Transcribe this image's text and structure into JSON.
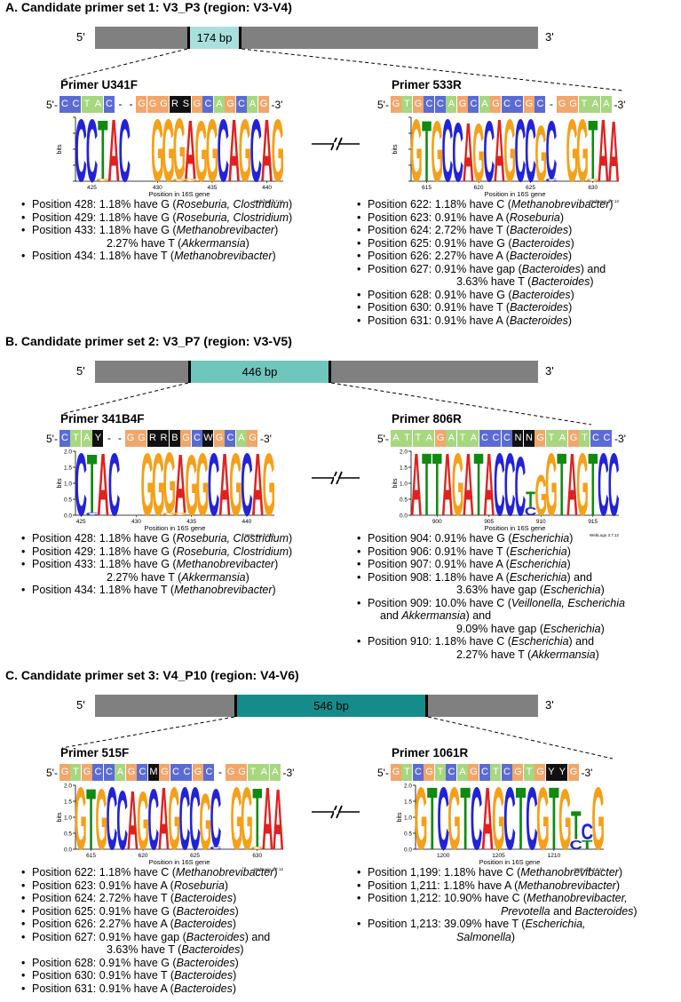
{
  "colors": {
    "A": "#d22a1e",
    "C": "#2c2ce0",
    "G": "#f5a623",
    "T": "#1f9e3a",
    "bgA": "#a7d77f",
    "bgC": "#5b6bd6",
    "bgG": "#f3a66a",
    "bgT": "#a7d77f",
    "bgN": "#111111",
    "gene_bar": "#808080",
    "logo_A": "#e0211e",
    "logo_C": "#2222d8",
    "logo_G": "#f5a018",
    "logo_T": "#108a10",
    "amp1": "#a9e0de",
    "amp2": "#6fc6bd",
    "amp3": "#158c8a"
  },
  "panels": [
    {
      "title": "A. Candidate primer set 1: V3_P3 (region: V3-V4)",
      "amplicon": "174 bp",
      "end5": "5'",
      "end3": "3'",
      "left": {
        "name": "Primer U341F",
        "seq_start": "5'-",
        "seq_end": "-3'",
        "seq": [
          "C",
          "C",
          "T",
          "A",
          "C",
          "-",
          "-",
          "G",
          "G",
          "G",
          "R",
          "S",
          "G",
          "C",
          "A",
          "G",
          "C",
          "A",
          "G"
        ],
        "logo": {
          "letters": [
            "C",
            "C",
            "T",
            "A",
            "C",
            "",
            "",
            "G",
            "G",
            "G",
            "A",
            "G",
            "G",
            "C",
            "A",
            "G",
            "C",
            "A",
            "G"
          ],
          "heights": [
            2,
            2,
            1.9,
            2,
            2,
            0,
            0,
            2,
            2,
            1.95,
            1.9,
            1.95,
            2,
            2,
            2,
            2,
            2,
            2,
            2
          ],
          "subs": [
            [],
            [],
            [
              [
                "G",
                0.05
              ]
            ],
            [],
            [],
            [],
            [],
            [],
            [],
            [
              [
                "G",
                0.05
              ]
            ],
            [
              [
                "G",
                0.05
              ]
            ],
            [],
            [],
            [],
            [],
            [],
            [],
            [],
            []
          ],
          "ticks": [
            [
              "425",
              1
            ],
            [
              "430",
              7
            ],
            [
              "435",
              12
            ],
            [
              "440",
              17
            ]
          ],
          "xlabel": "Position in 16S gene",
          "ylabel": "bits",
          "credit": "WebLogo 3.7.12"
        },
        "notes": [
          {
            "t": "Position 428: 1.18% have G (",
            "i": "Roseburia, Clostridium",
            "e": ")"
          },
          {
            "t": "Position 429: 1.18% have G (",
            "i": "Roseburia, Clostridium",
            "e": ")"
          },
          {
            "t": "Position 433: 1.18% have G (",
            "i": "Methanobrevibacter",
            "e": ")",
            "c": "2.27% have T (",
            "ci": "Akkermansia",
            "ce": ")"
          },
          {
            "t": "Position 434: 1.18% have T (",
            "i": "Methanobrevibacter",
            "e": ")"
          }
        ]
      },
      "right": {
        "name": "Primer 533R",
        "seq_start": "5'-",
        "seq_end": "-3'",
        "seq": [
          "G",
          "T",
          "G",
          "C",
          "C",
          "A",
          "G",
          "C",
          "A",
          "G",
          "C",
          "C",
          "G",
          "C",
          "-",
          "G",
          "G",
          "T",
          "A",
          "A"
        ],
        "logo": {
          "letters": [
            "G",
            "T",
            "G",
            "C",
            "C",
            "A",
            "G",
            "C",
            "A",
            "G",
            "C",
            "C",
            "G",
            "C",
            "",
            "G",
            "G",
            "T",
            "A",
            "A"
          ],
          "heights": [
            2,
            1.95,
            1.95,
            2,
            1.9,
            1.9,
            1.85,
            1.95,
            2,
            2,
            2,
            2,
            1.8,
            1.85,
            0,
            2,
            2,
            1.9,
            2,
            1.95
          ],
          "subs": [
            [],
            [],
            [],
            [],
            [],
            [],
            [],
            [],
            [],
            [],
            [],
            [],
            [],
            [
              [
                "C",
                0.05
              ]
            ],
            [],
            [],
            [],
            [
              [
                "G",
                0.05
              ]
            ],
            [],
            []
          ],
          "ticks": [
            [
              "615",
              1
            ],
            [
              "620",
              6
            ],
            [
              "625",
              11
            ],
            [
              "630",
              17
            ]
          ],
          "xlabel": "Position in 16S gene",
          "ylabel": "bits",
          "credit": "WebLogo 3.7.12"
        },
        "notes": [
          {
            "t": "Position 622: 1.18% have C (",
            "i": "Methanobrevibacter",
            "e": ")"
          },
          {
            "t": "Position 623: 0.91% have A (",
            "i": "Roseburia",
            "e": ")"
          },
          {
            "t": "Position 624: 2.72% have T (",
            "i": "Bacteroides",
            "e": ")"
          },
          {
            "t": "Position 625: 0.91% have G (",
            "i": "Bacteroides",
            "e": ")"
          },
          {
            "t": "Position 626: 2.27% have A (",
            "i": "Bacteroides",
            "e": ")"
          },
          {
            "t": "Position 627: 0.91% have gap (",
            "i": "Bacteroides",
            "e": ") and",
            "c": "3.63% have T (",
            "ci": "Bacteroides",
            "ce": ")"
          },
          {
            "t": "Position 628: 0.91% have G (",
            "i": "Bacteroides",
            "e": ")"
          },
          {
            "t": "Position 630: 0.91% have T (",
            "i": "Bacteroides",
            "e": ")"
          },
          {
            "t": "Position 631: 0.91% have A (",
            "i": "Bacteroides",
            "e": ")"
          }
        ]
      }
    },
    {
      "title": "B. Candidate primer set 2: V3_P7 (region: V3-V5)",
      "amplicon": "446 bp",
      "end5": "5'",
      "end3": "3'",
      "left": {
        "name": "Primer 341B4F",
        "seq_start": "5'-",
        "seq_end": "-3'",
        "seq": [
          "C",
          "T",
          "A",
          "Y",
          "-",
          "-",
          "G",
          "G",
          "R",
          "R",
          "B",
          "G",
          "C",
          "W",
          "G",
          "C",
          "A",
          "G"
        ],
        "logo": {
          "letters": [
            "C",
            "T",
            "A",
            "C",
            "",
            "",
            "G",
            "G",
            "G",
            "A",
            "G",
            "G",
            "C",
            "A",
            "G",
            "C",
            "A",
            "G"
          ],
          "heights": [
            2,
            1.9,
            2,
            2,
            0,
            0,
            2,
            2,
            1.95,
            1.9,
            1.95,
            2,
            2,
            2,
            2,
            2,
            2,
            2
          ],
          "subs": [
            [],
            [
              [
                "C",
                0.05
              ]
            ],
            [],
            [],
            [],
            [],
            [],
            [],
            [
              [
                "G",
                0.05
              ]
            ],
            [
              [
                "G",
                0.05
              ]
            ],
            [],
            [],
            [],
            [],
            [],
            [],
            [],
            []
          ],
          "ticks": [
            [
              "425",
              0
            ],
            [
              "430",
              5
            ],
            [
              "435",
              10
            ],
            [
              "440",
              15
            ]
          ],
          "xlabel": "Position in 16S gene",
          "ylabel": "bits",
          "credit": "WebLogo 3.7.12"
        },
        "notes": [
          {
            "t": "Position 428: 1.18% have G (",
            "i": "Roseburia, Clostridium",
            "e": ")"
          },
          {
            "t": "Position 429: 1.18% have G (",
            "i": "Roseburia, Clostridium",
            "e": ")"
          },
          {
            "t": "Position 433: 1.18% have G (",
            "i": "Methanobrevibacter",
            "e": ")",
            "c": "2.27% have T (",
            "ci": "Akkermansia",
            "ce": ")"
          },
          {
            "t": "Position 434: 1.18% have T (",
            "i": "Methanobrevibacter",
            "e": ")"
          }
        ]
      },
      "right": {
        "name": "Primer 806R",
        "seq_start": "5'-",
        "seq_end": "-3'",
        "seq": [
          "A",
          "T",
          "T",
          "A",
          "G",
          "A",
          "T",
          "A",
          "C",
          "C",
          "C",
          "N",
          "N",
          "G",
          "T",
          "A",
          "G",
          "T",
          "C",
          "C"
        ],
        "logo": {
          "letters": [
            "A",
            "T",
            "T",
            "A",
            "G",
            "A",
            "T",
            "A",
            "C",
            "C",
            "C",
            "T",
            "G",
            "G",
            "T",
            "A",
            "G",
            "T",
            "C",
            "C"
          ],
          "heights": [
            2,
            2,
            2,
            2,
            2,
            2,
            2,
            2,
            2,
            2,
            1.9,
            0.5,
            1.3,
            2,
            2,
            2,
            2,
            2,
            2,
            2
          ],
          "subs": [
            [],
            [],
            [],
            [],
            [],
            [],
            [],
            [],
            [],
            [],
            [],
            [
              [
                "C",
                0.25
              ]
            ],
            [],
            [],
            [],
            [],
            [],
            [],
            [],
            []
          ],
          "ticks": [
            [
              "900",
              2
            ],
            [
              "905",
              7
            ],
            [
              "910",
              12
            ],
            [
              "915",
              17
            ]
          ],
          "xlabel": "Position in 16S gene",
          "ylabel": "bits",
          "credit": "WebLogo 3.7.12"
        },
        "notes": [
          {
            "t": "Position 904: 0.91% have G (",
            "i": "Escherichia",
            "e": ")"
          },
          {
            "t": "Position 906: 0.91% have T (",
            "i": "Escherichia",
            "e": ")"
          },
          {
            "t": "Position 907: 0.91% have A (",
            "i": "Escherichia",
            "e": ")"
          },
          {
            "t": "Position 908: 1.18% have A (",
            "i": "Escherichia",
            "e": ") and",
            "c": "3.63% have gap (",
            "ci": "Escherichia",
            "ce": ")"
          },
          {
            "t": "Position 909: 10.0% have C (",
            "i": "Veillonella, Escherichia",
            "e": "",
            "c": "and ",
            "ci": "Akkermansia",
            "ce": ") and",
            "c2": "9.09% have gap (",
            "c2i": "Escherichia",
            "c2e": ")"
          },
          {
            "t": "Position 910: 1.18% have C (",
            "i": "Escherichia",
            "e": ") and",
            "c": "2.27% have T (",
            "ci": "Akkermansia",
            "ce": ")"
          }
        ]
      }
    },
    {
      "title": "C. Candidate primer set 3: V4_P10 (region: V4-V6)",
      "amplicon": "546 bp",
      "end5": "5'",
      "end3": "3'",
      "left": {
        "name": "Primer 515F",
        "seq_start": "5'-",
        "seq_end": "-3'",
        "seq": [
          "G",
          "T",
          "G",
          "C",
          "C",
          "A",
          "G",
          "C",
          "M",
          "G",
          "C",
          "C",
          "G",
          "C",
          "-",
          "G",
          "G",
          "T",
          "A",
          "A"
        ],
        "logo": {
          "letters": [
            "G",
            "T",
            "G",
            "C",
            "C",
            "A",
            "G",
            "C",
            "A",
            "G",
            "C",
            "C",
            "G",
            "C",
            "",
            "G",
            "G",
            "T",
            "A",
            "A"
          ],
          "heights": [
            2,
            1.95,
            1.95,
            2,
            1.9,
            1.9,
            1.85,
            1.95,
            2,
            2,
            2,
            2,
            1.8,
            1.85,
            0,
            2,
            2,
            1.9,
            2,
            1.95
          ],
          "subs": [
            [],
            [],
            [],
            [],
            [],
            [],
            [],
            [],
            [],
            [],
            [],
            [],
            [],
            [
              [
                "C",
                0.05
              ]
            ],
            [],
            [],
            [],
            [
              [
                "G",
                0.05
              ]
            ],
            [],
            []
          ],
          "ticks": [
            [
              "615",
              1
            ],
            [
              "620",
              6
            ],
            [
              "625",
              11
            ],
            [
              "630",
              17
            ]
          ],
          "xlabel": "Position in 16S gene",
          "ylabel": "bits",
          "credit": "WebLogo 3.7.12"
        },
        "notes": [
          {
            "t": "Position 622: 1.18% have C (",
            "i": "Methanobrevibacter",
            "e": ")"
          },
          {
            "t": "Position 623: 0.91% have A (",
            "i": "Roseburia",
            "e": ")"
          },
          {
            "t": "Position 624: 2.72% have T (",
            "i": "Bacteroides",
            "e": ")"
          },
          {
            "t": "Position 625: 0.91% have G (",
            "i": "Bacteroides",
            "e": ")"
          },
          {
            "t": "Position 626: 2.27% have A (",
            "i": "Bacteroides",
            "e": ")"
          },
          {
            "t": "Position 627: 0.91% have gap (",
            "i": "Bacteroides",
            "e": ") and",
            "c": "3.63% have T (",
            "ci": "Bacteroides",
            "ce": ")"
          },
          {
            "t": "Position 628: 0.91% have G (",
            "i": "Bacteroides",
            "e": ")"
          },
          {
            "t": "Position 630: 0.91% have T (",
            "i": "Bacteroides",
            "e": ")"
          },
          {
            "t": "Position 631: 0.91% have A (",
            "i": "Bacteroides",
            "e": ")"
          }
        ]
      },
      "right": {
        "name": "Primer 1061R",
        "seq_start": "5'-",
        "seq_end": "-3'",
        "seq": [
          "G",
          "T",
          "C",
          "G",
          "T",
          "C",
          "A",
          "G",
          "C",
          "T",
          "C",
          "G",
          "T",
          "G",
          "Y",
          "Y",
          "G"
        ],
        "logo": {
          "letters": [
            "G",
            "T",
            "C",
            "G",
            "T",
            "C",
            "A",
            "G",
            "C",
            "T",
            "C",
            "G",
            "T",
            "G",
            "T",
            "C",
            "G"
          ],
          "heights": [
            2,
            2,
            2,
            2,
            2,
            2,
            2,
            2,
            2,
            2,
            2,
            2,
            2,
            1.95,
            0.9,
            0.5,
            2
          ],
          "subs": [
            [],
            [],
            [],
            [],
            [],
            [],
            [],
            [],
            [],
            [],
            [],
            [],
            [],
            [],
            [
              [
                "C",
                0.3
              ]
            ],
            [
              [
                "T",
                0.3
              ]
            ],
            []
          ],
          "ticks": [
            [
              "1200",
              2
            ],
            [
              "1205",
              7
            ],
            [
              "1210",
              12
            ]
          ],
          "xlabel": "Position in 16S gene",
          "ylabel": "bits",
          "credit": "WebLogo 3.7.12"
        },
        "notes": [
          {
            "t": "Position 1,199: 1.18% have C (",
            "i": "Methanobrevibacter",
            "e": ")"
          },
          {
            "t": "Position 1,211: 1.18% have A (",
            "i": "Methanobrevibacter",
            "e": ")"
          },
          {
            "t": "Position 1,212: 10.90% have C (",
            "i": "Methanobrevibacter,",
            "e": "",
            "c": "",
            "ci": "Prevotella",
            "ce": " and ",
            "cj": "Bacteroides",
            "cf": ")"
          },
          {
            "t": "Position 1,213: 39.09% have T (",
            "i": "Escherichia,",
            "e": "",
            "c": "",
            "ci": "Salmonella",
            "ce": ")"
          }
        ]
      }
    }
  ],
  "yaxis_ticks": [
    "0.0",
    "0.5",
    "1.0",
    "1.5",
    "2.0"
  ]
}
